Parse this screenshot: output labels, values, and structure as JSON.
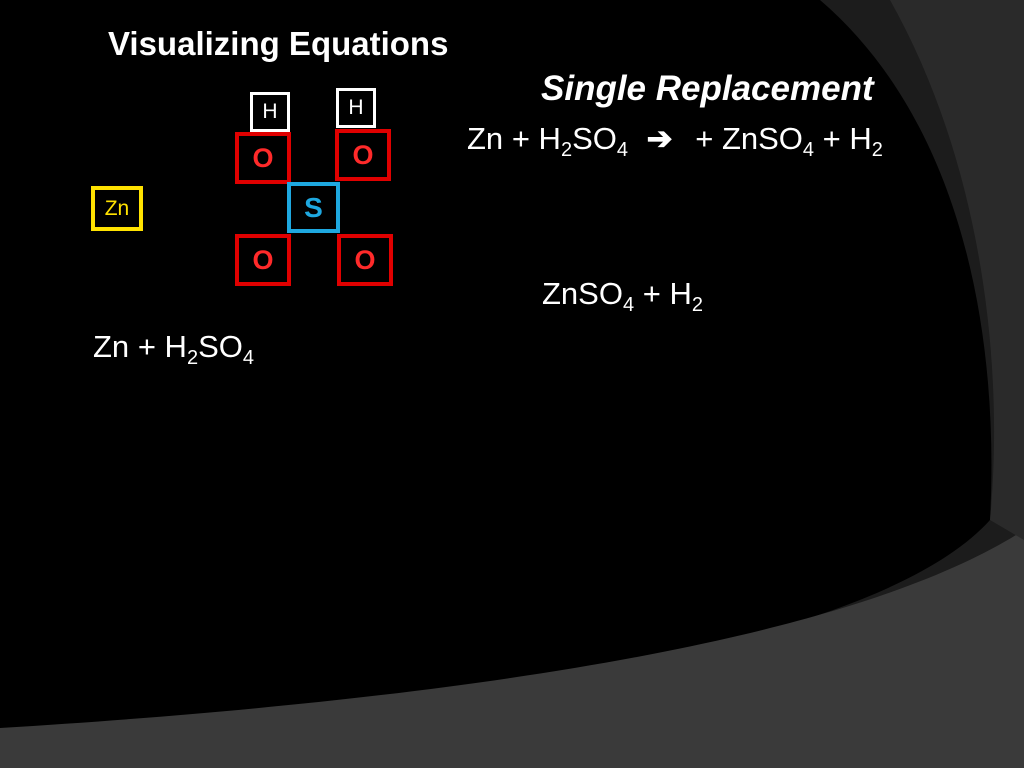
{
  "slide": {
    "title": "Visualizing Equations",
    "subtitle": "Single Replacement"
  },
  "molecule": {
    "h_top_left": "H",
    "h_top_right": "H",
    "o_top_left": "O",
    "o_top_right": "O",
    "sulfur": "S",
    "o_bottom_left": "O",
    "o_bottom_right": "O",
    "zinc": "Zn"
  },
  "equation_top": {
    "zn": "Zn",
    "plus1": "+",
    "h": "H",
    "h_sub": "2",
    "so": "SO",
    "so_sub": "4",
    "arrow": "➔",
    "plus2": "+",
    "znso": "ZnSO",
    "znso_sub": "4",
    "plus3": "+",
    "h2": "H",
    "h2_sub": "2"
  },
  "products": {
    "znso": "ZnSO",
    "znso_sub": "4",
    "plus": "+",
    "h": "H",
    "h_sub": "2"
  },
  "reactants": {
    "zn": "Zn",
    "plus": "+",
    "h": "H",
    "h_sub": "2",
    "so": "SO",
    "so_sub": "4"
  },
  "colors": {
    "background": "#000000",
    "oxygen": "#e00000",
    "sulfur": "#1ea8e0",
    "zinc": "#ffe200",
    "hydrogen": "#ffffff",
    "swoosh_dark": "#1c1c1c",
    "swoosh_mid": "#3a3a3a"
  }
}
